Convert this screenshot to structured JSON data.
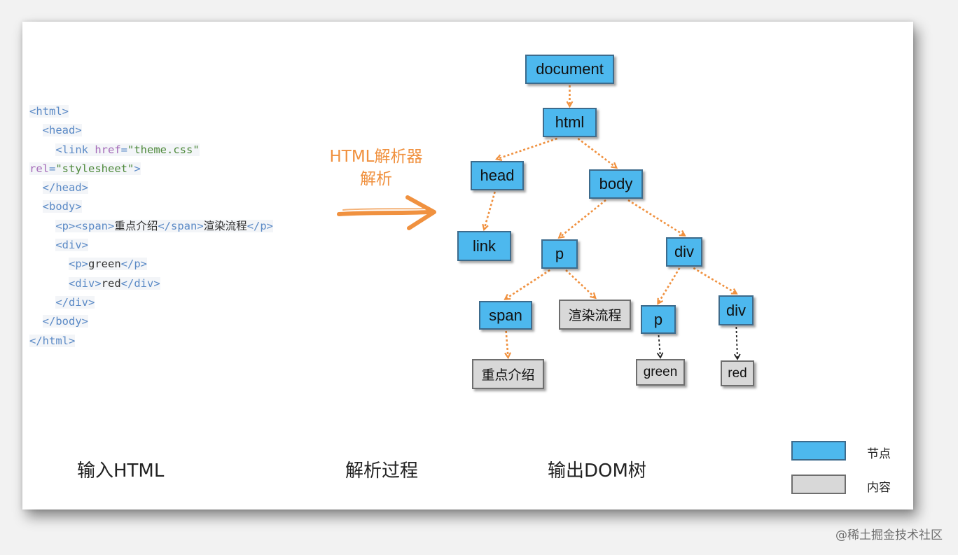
{
  "code_lines": [
    [
      {
        "t": "<html>",
        "c": "tag"
      }
    ],
    [
      {
        "t": "  "
      },
      {
        "t": "<head>",
        "c": "tag"
      }
    ],
    [
      {
        "t": "    "
      },
      {
        "t": "<link ",
        "c": "tag"
      },
      {
        "t": "href",
        "c": "attr"
      },
      {
        "t": "=",
        "c": "tag"
      },
      {
        "t": "\"theme.css\"",
        "c": "str"
      }
    ],
    [
      {
        "t": "rel",
        "c": "attr"
      },
      {
        "t": "=",
        "c": "tag"
      },
      {
        "t": "\"stylesheet\"",
        "c": "str"
      },
      {
        "t": ">",
        "c": "tag"
      }
    ],
    [
      {
        "t": "  "
      },
      {
        "t": "</head>",
        "c": "tag"
      }
    ],
    [
      {
        "t": "  "
      },
      {
        "t": "<body>",
        "c": "tag"
      }
    ],
    [
      {
        "t": "    "
      },
      {
        "t": "<p><span>",
        "c": "tag"
      },
      {
        "t": "重点介绍",
        "c": "txt"
      },
      {
        "t": "</span>",
        "c": "tag"
      },
      {
        "t": "渲染流程",
        "c": "txt"
      },
      {
        "t": "</p>",
        "c": "tag"
      }
    ],
    [
      {
        "t": "    "
      },
      {
        "t": "<div>",
        "c": "tag"
      }
    ],
    [
      {
        "t": "      "
      },
      {
        "t": "<p>",
        "c": "tag"
      },
      {
        "t": "green",
        "c": "txt"
      },
      {
        "t": "</p>",
        "c": "tag"
      }
    ],
    [
      {
        "t": "      "
      },
      {
        "t": "<div>",
        "c": "tag"
      },
      {
        "t": "red",
        "c": "txt"
      },
      {
        "t": "</div>",
        "c": "tag"
      }
    ],
    [
      {
        "t": "    "
      },
      {
        "t": "</div>",
        "c": "tag"
      }
    ],
    [
      {
        "t": "  "
      },
      {
        "t": "</body>",
        "c": "tag"
      }
    ],
    [
      {
        "t": "</html>",
        "c": "tag"
      }
    ]
  ],
  "process": {
    "line1": "HTML解析器",
    "line2": "解析"
  },
  "labels": {
    "input": "输入HTML",
    "process": "解析过程",
    "output": "输出DOM树"
  },
  "tree": {
    "nodes": [
      {
        "id": "document",
        "label": "document",
        "kind": "element"
      },
      {
        "id": "html",
        "label": "html",
        "kind": "element"
      },
      {
        "id": "head",
        "label": "head",
        "kind": "element"
      },
      {
        "id": "body",
        "label": "body",
        "kind": "element"
      },
      {
        "id": "link",
        "label": "link",
        "kind": "element"
      },
      {
        "id": "p1",
        "label": "p",
        "kind": "element"
      },
      {
        "id": "div1",
        "label": "div",
        "kind": "element"
      },
      {
        "id": "span",
        "label": "span",
        "kind": "element"
      },
      {
        "id": "txt1",
        "label": "渲染流程",
        "kind": "content"
      },
      {
        "id": "p2",
        "label": "p",
        "kind": "element"
      },
      {
        "id": "div2",
        "label": "div",
        "kind": "element"
      },
      {
        "id": "txt2",
        "label": "重点介绍",
        "kind": "content"
      },
      {
        "id": "txt3",
        "label": "green",
        "kind": "content"
      },
      {
        "id": "txt4",
        "label": "red",
        "kind": "content"
      }
    ],
    "edges": [
      {
        "from": "document",
        "to": "html",
        "style": "orange"
      },
      {
        "from": "html",
        "to": "head",
        "style": "orange"
      },
      {
        "from": "html",
        "to": "body",
        "style": "orange"
      },
      {
        "from": "head",
        "to": "link",
        "style": "orange"
      },
      {
        "from": "body",
        "to": "p1",
        "style": "orange"
      },
      {
        "from": "body",
        "to": "div1",
        "style": "orange"
      },
      {
        "from": "p1",
        "to": "span",
        "style": "orange"
      },
      {
        "from": "p1",
        "to": "txt1",
        "style": "orange"
      },
      {
        "from": "div1",
        "to": "p2",
        "style": "orange"
      },
      {
        "from": "div1",
        "to": "div2",
        "style": "orange"
      },
      {
        "from": "span",
        "to": "txt2",
        "style": "orange"
      },
      {
        "from": "p2",
        "to": "txt3",
        "style": "black"
      },
      {
        "from": "div2",
        "to": "txt4",
        "style": "black"
      }
    ]
  },
  "legend": {
    "node_label": "节点",
    "content_label": "内容"
  },
  "colors": {
    "node_fill": "#4db8ee",
    "content_fill": "#d8d8d8",
    "arrow_orange": "#f0913f",
    "arrow_black": "#222222"
  },
  "watermark": "@稀土掘金技术社区"
}
